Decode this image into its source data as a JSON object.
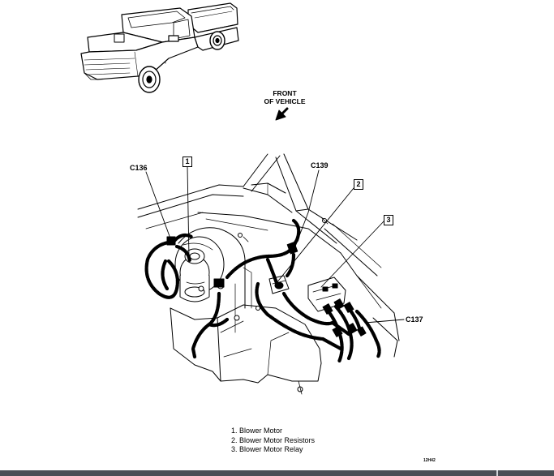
{
  "orientation": {
    "front_label_line1": "FRONT",
    "front_label_line2": "OF VEHICLE"
  },
  "connectors": {
    "c136": "C136",
    "c139": "C139",
    "c137": "C137"
  },
  "callouts": {
    "one": "1",
    "two": "2",
    "three": "3"
  },
  "legend": {
    "items": [
      {
        "label": "1.  Blower Motor"
      },
      {
        "label": "2.  Blower Motor Resistors"
      },
      {
        "label": "3.  Blower Motor Relay"
      }
    ]
  },
  "figure_id": "12H42",
  "colors": {
    "ink": "#000000",
    "paper": "#ffffff",
    "bottom_bar": "#4a4e55"
  }
}
